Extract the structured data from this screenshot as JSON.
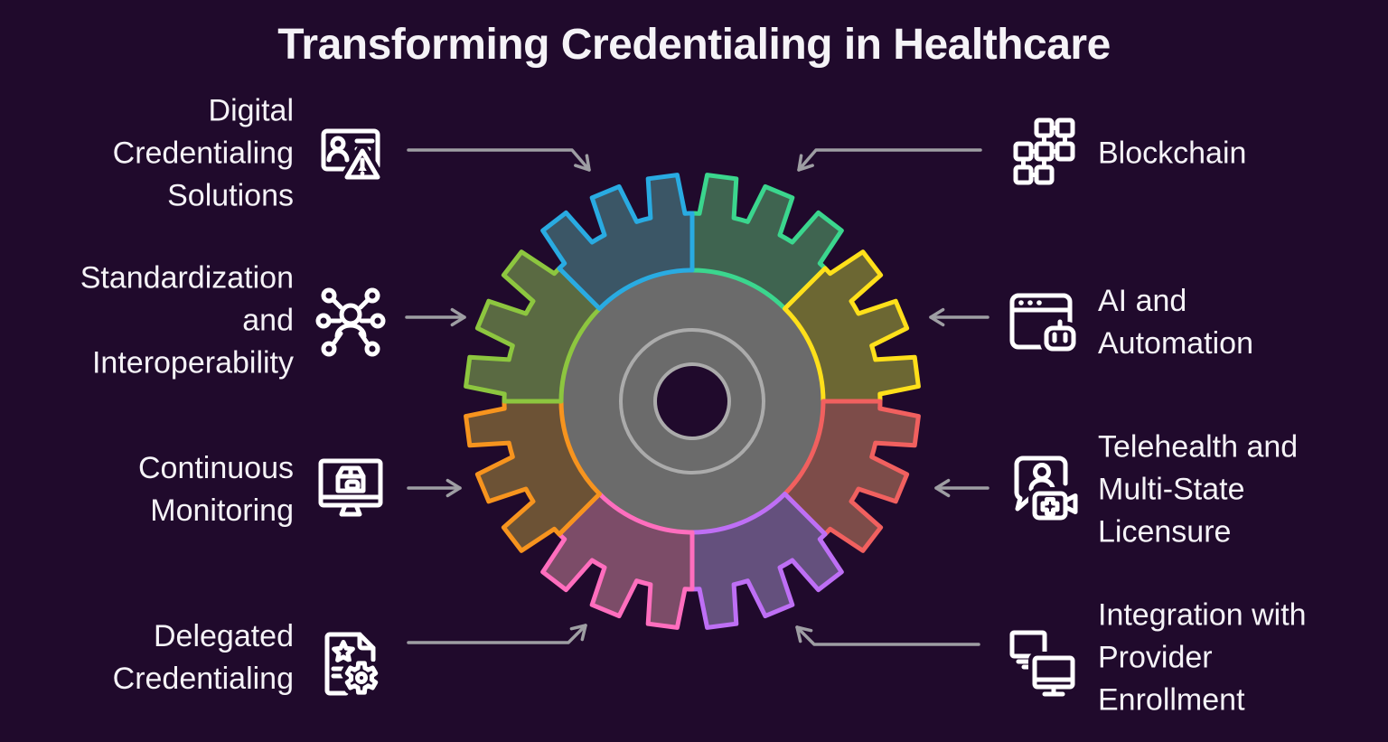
{
  "background_color": "#200A2C",
  "text_color": "#F5F3F7",
  "arrow_color": "#9E9EA3",
  "icon_stroke_color": "#FFFFFF",
  "title": {
    "text": "Transforming Credentialing in Healthcare"
  },
  "items": [
    {
      "id": "digital-credentialing",
      "label": "Digital\nCredentialing\nSolutions",
      "icon": "id-card-warning-icon",
      "side": "left"
    },
    {
      "id": "standardization",
      "label": "Standardization\nand\nInteroperability",
      "icon": "network-person-icon",
      "side": "left"
    },
    {
      "id": "continuous-monitoring",
      "label": "Continuous\nMonitoring",
      "icon": "monitor-package-icon",
      "side": "left"
    },
    {
      "id": "delegated-credentialing",
      "label": "Delegated\nCredentialing",
      "icon": "document-gear-star-icon",
      "side": "left"
    },
    {
      "id": "blockchain",
      "label": "Blockchain",
      "icon": "blockchain-blocks-icon",
      "side": "right"
    },
    {
      "id": "ai-automation",
      "label": "AI and\nAutomation",
      "icon": "browser-robot-icon",
      "side": "right"
    },
    {
      "id": "telehealth",
      "label": "Telehealth and\nMulti-State\nLicensure",
      "icon": "telehealth-video-icon",
      "side": "right"
    },
    {
      "id": "integration",
      "label": "Integration with\nProvider\nEnrollment",
      "icon": "dual-monitors-icon",
      "side": "right"
    }
  ],
  "gear": {
    "center_fill": "#6B6B6B",
    "ring_stroke": "#ABABAB",
    "hole_fill": "#200A2C",
    "segments": [
      {
        "name": "blockchain",
        "start": 0,
        "stroke": "#3BD68E",
        "fill": "#3F6450"
      },
      {
        "name": "ai-automation",
        "start": 45,
        "stroke": "#FFE01A",
        "fill": "#6C6733"
      },
      {
        "name": "telehealth",
        "start": 90,
        "stroke": "#F1605F",
        "fill": "#7D4C49"
      },
      {
        "name": "integration",
        "start": 135,
        "stroke": "#BE6FF5",
        "fill": "#64507D"
      },
      {
        "name": "delegated-credentialing",
        "start": 180,
        "stroke": "#FF6EBE",
        "fill": "#7C4C68"
      },
      {
        "name": "continuous-monitoring",
        "start": 225,
        "stroke": "#F7941E",
        "fill": "#6C5235"
      },
      {
        "name": "standardization",
        "start": 270,
        "stroke": "#8DC63F",
        "fill": "#5A6A42"
      },
      {
        "name": "digital-credentialing",
        "start": 315,
        "stroke": "#29ABE2",
        "fill": "#3B5666"
      }
    ]
  }
}
